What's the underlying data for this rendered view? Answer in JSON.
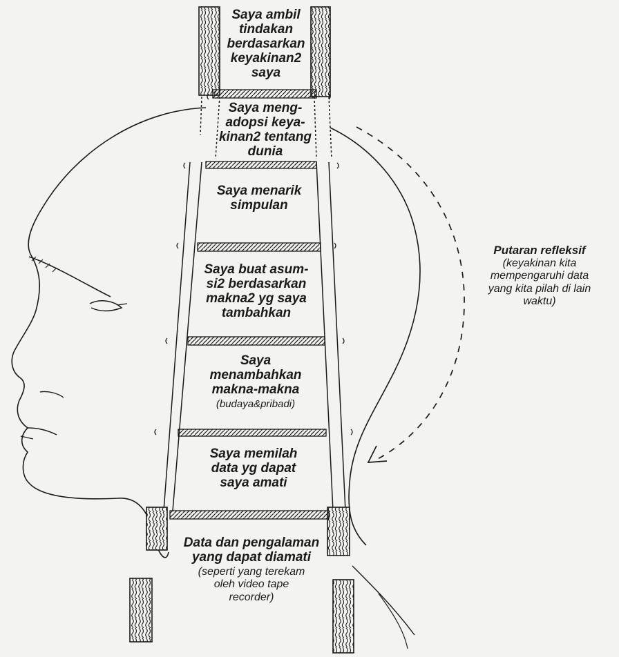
{
  "rungs": [
    {
      "text": "Saya ambil\ntindakan\nberdasarkan\nkeyakinan2\nsaya",
      "sub": ""
    },
    {
      "text": "Saya meng-\nadopsi keya-\nkinan2 tentang\ndunia",
      "sub": ""
    },
    {
      "text": "Saya menarik\nsimpulan",
      "sub": ""
    },
    {
      "text": "Saya buat asum-\nsi2 berdasarkan\nmakna2 yg saya\ntambahkan",
      "sub": ""
    },
    {
      "text": "Saya\nmenambahkan\nmakna-makna",
      "sub": "(budaya&pribadi)"
    },
    {
      "text": "Saya memilah\ndata yg dapat\nsaya amati",
      "sub": ""
    },
    {
      "text": "Data dan pengalaman\nyang dapat diamati",
      "sub": "(seperti yang terekam\noleh video tape\nrecorder)"
    }
  ],
  "loop": {
    "title": "Putaran refleksif",
    "text": "(keyakinan kita\nmempengaruhi data\nyang kita pilah di lain\nwaktu)"
  },
  "colors": {
    "ink": "#1a1a1a",
    "paper": "#f3f3f1"
  }
}
